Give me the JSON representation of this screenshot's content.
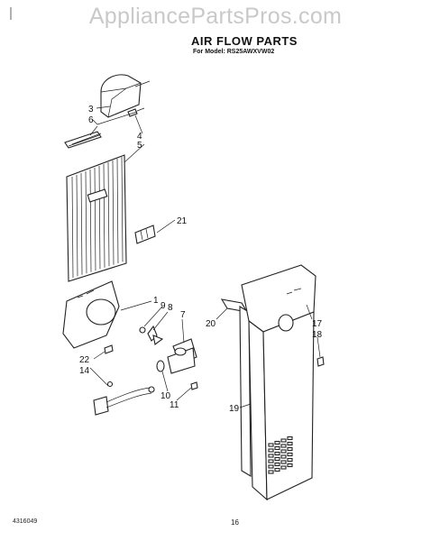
{
  "watermark": "AppliancePartsPros.com",
  "title": "AIR FLOW PARTS",
  "subtitle": "For Model: RS25AWXVW02",
  "footer": {
    "doc_number": "4316049",
    "page_number": "16"
  },
  "callouts": [
    {
      "id": "c3",
      "label": "3"
    },
    {
      "id": "c6",
      "label": "6"
    },
    {
      "id": "c4",
      "label": "4"
    },
    {
      "id": "c5",
      "label": "5"
    },
    {
      "id": "c21",
      "label": "21"
    },
    {
      "id": "c1",
      "label": "1"
    },
    {
      "id": "c9",
      "label": "9"
    },
    {
      "id": "c8",
      "label": "8"
    },
    {
      "id": "c7",
      "label": "7"
    },
    {
      "id": "c20",
      "label": "20"
    },
    {
      "id": "c17",
      "label": "17"
    },
    {
      "id": "c18",
      "label": "18"
    },
    {
      "id": "c22",
      "label": "22"
    },
    {
      "id": "c14",
      "label": "14"
    },
    {
      "id": "c10",
      "label": "10"
    },
    {
      "id": "c11",
      "label": "11"
    },
    {
      "id": "c19",
      "label": "19"
    }
  ]
}
